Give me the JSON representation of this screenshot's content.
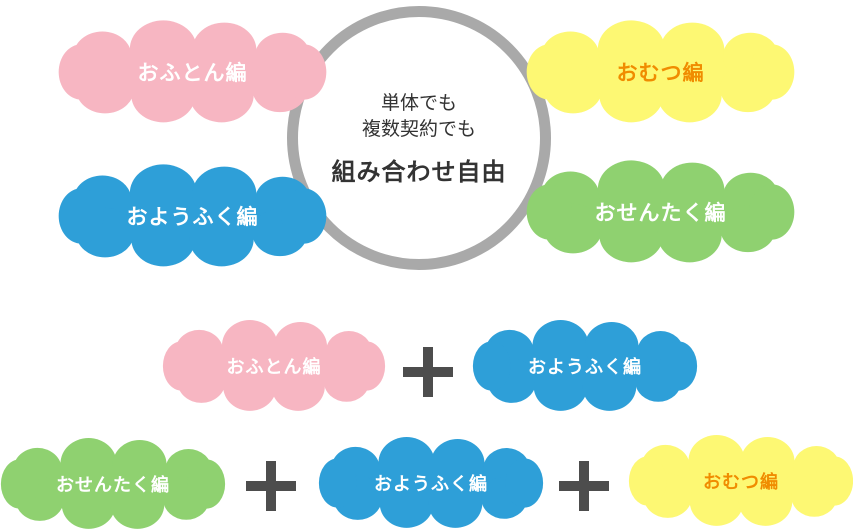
{
  "colors": {
    "pink": "#f7b6c2",
    "blue": "#2e9fd8",
    "yellow": "#fdf873",
    "green": "#8fd170",
    "ring": "#a9a9a9",
    "plus": "#4d4d4d",
    "orange_text": "#f08c00",
    "white_text": "#ffffff"
  },
  "center": {
    "line1": "単体でも",
    "line2": "複数契約でも",
    "line3": "組み合わせ自由"
  },
  "top": {
    "futon": "おふとん編",
    "omutsu": "おむつ編",
    "youfuku": "おようふく編",
    "sentaku": "おせんたく編"
  },
  "combo1": {
    "futon": "おふとん編",
    "youfuku": "おようふく編"
  },
  "combo2": {
    "sentaku": "おせんたく編",
    "youfuku": "おようふく編",
    "omutsu": "おむつ編"
  }
}
